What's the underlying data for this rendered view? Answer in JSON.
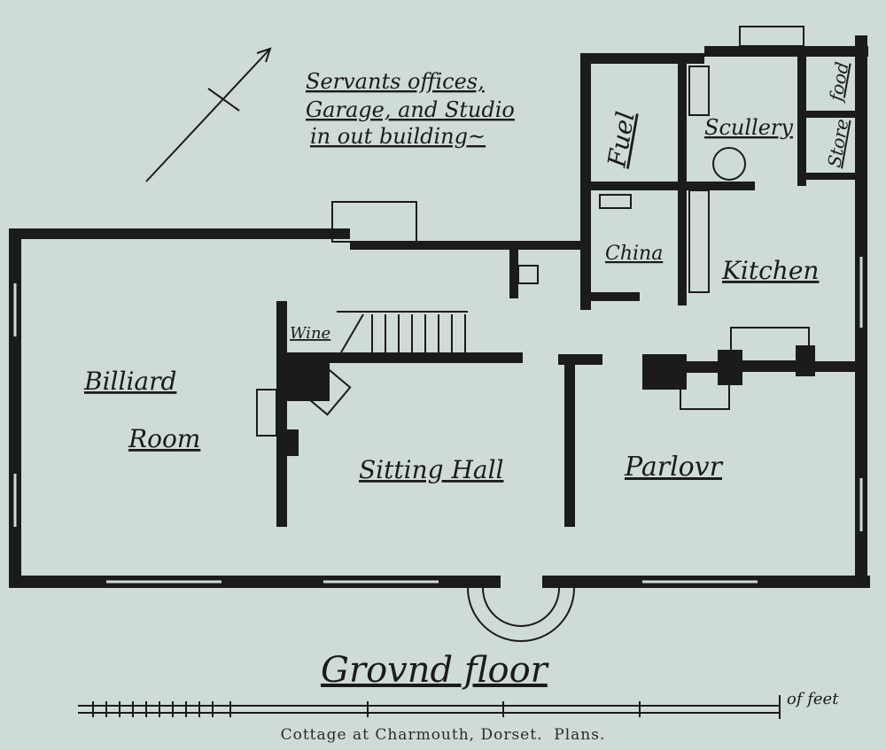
{
  "note": {
    "line1": "Servants offices,",
    "line2": "Garage, and Studio",
    "line3": "in out building~"
  },
  "rooms": {
    "fuel": "Fuel",
    "scullery": "Scullery",
    "food": "food",
    "store": "Store",
    "china": "China",
    "kitchen": "Kitchen",
    "wine": "Wine",
    "billiard_1": "Billiard",
    "billiard_2": "Room",
    "sitting_hall": "Sitting Hall",
    "parlour": "Parlovr"
  },
  "title": "Grovnd floor",
  "scale_label": "of feet",
  "caption": {
    "place": "Cottage at Charmouth, Dorset.",
    "kind": "Plans."
  },
  "colors": {
    "paper": "#cfdbd8",
    "ink": "#1b1b1b"
  }
}
